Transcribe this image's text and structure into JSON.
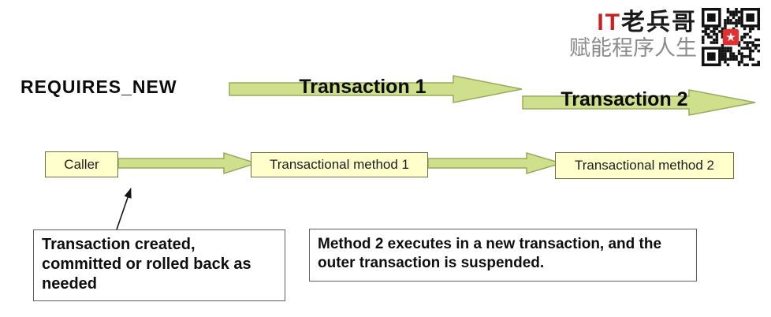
{
  "branding": {
    "logo_prefix": "IT",
    "logo_suffix": "老兵哥",
    "tagline": "赋能程序人生"
  },
  "diagram": {
    "propagation_label": "REQUIRES_NEW",
    "transaction_arrows": [
      {
        "label": "Transaction 1"
      },
      {
        "label": "Transaction 2"
      }
    ],
    "nodes": [
      {
        "label": "Caller"
      },
      {
        "label": "Transactional method 1"
      },
      {
        "label": "Transactional method 2"
      }
    ],
    "notes": [
      {
        "text": "Transaction created,\ncommitted or rolled back as\nneeded"
      },
      {
        "text": "Method 2 executes in a new transaction, and the\nouter transaction is suspended."
      }
    ]
  },
  "colors": {
    "arrow_fill": "#cfe08d",
    "arrow_stroke": "#98a95b",
    "node_fill": "#ffffcc",
    "node_border": "#6e6e49",
    "note_border": "#5f5f5f",
    "logo_red": "#cc2020",
    "tagline_gray": "#8c8c8c",
    "qr_center_red": "#e03030"
  }
}
